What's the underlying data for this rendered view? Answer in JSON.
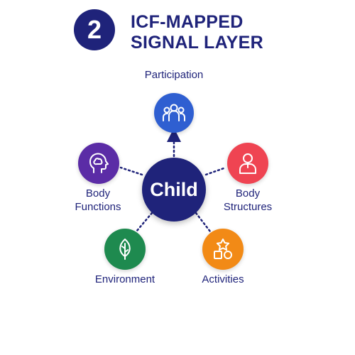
{
  "header": {
    "step_number": "2",
    "title_line1": "ICF-MAPPED",
    "title_line2": "SIGNAL LAYER"
  },
  "center": {
    "label": "Child"
  },
  "nodes": {
    "participation": {
      "label": "Participation",
      "color": "#2f5fd1",
      "icon": "people-group-icon"
    },
    "body_functions": {
      "label_line1": "Body",
      "label_line2": "Functions",
      "color": "#5b2ca6",
      "icon": "head-brain-icon"
    },
    "body_structures": {
      "label_line1": "Body",
      "label_line2": "Structures",
      "color": "#ef4452",
      "icon": "person-icon"
    },
    "environment": {
      "label": "Environment",
      "color": "#1e8a4f",
      "icon": "leaf-icon"
    },
    "activities": {
      "label": "Activities",
      "color": "#f28a16",
      "icon": "shapes-icon"
    }
  },
  "colors": {
    "primary": "#1f237a"
  }
}
